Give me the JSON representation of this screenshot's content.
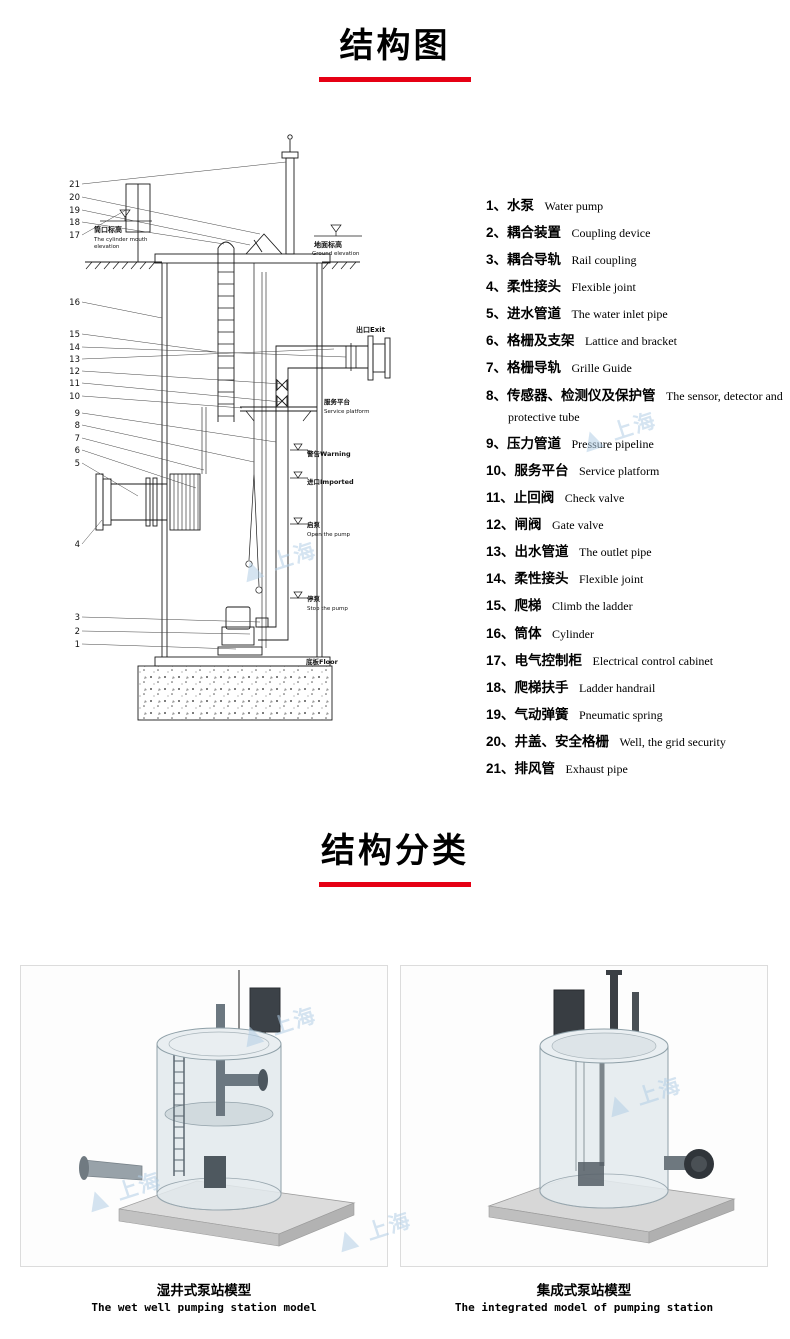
{
  "colors": {
    "accent": "#e60014"
  },
  "section1": {
    "title": "结构图"
  },
  "section2": {
    "title": "结构分类"
  },
  "legend": {
    "items": [
      {
        "zh": "1、水泵",
        "en": "Water pump"
      },
      {
        "zh": "2、耦合装置",
        "en": "Coupling device"
      },
      {
        "zh": "3、耦合导轨",
        "en": "Rail coupling"
      },
      {
        "zh": "4、柔性接头",
        "en": "Flexible joint"
      },
      {
        "zh": "5、进水管道",
        "en": "The water inlet pipe"
      },
      {
        "zh": "6、格栅及支架",
        "en": "Lattice and bracket"
      },
      {
        "zh": "7、格栅导轨",
        "en": "Grille Guide"
      },
      {
        "zh": "8、传感器、检测仪及保护管",
        "en": "The sensor, detector and protective tube"
      },
      {
        "zh": "9、压力管道",
        "en": "Pressure pipeline"
      },
      {
        "zh": "10、服务平台",
        "en": "Service platform"
      },
      {
        "zh": "11、止回阀",
        "en": "Check valve"
      },
      {
        "zh": "12、闸阀",
        "en": "Gate valve"
      },
      {
        "zh": "13、出水管道",
        "en": "The outlet pipe"
      },
      {
        "zh": "14、柔性接头",
        "en": "Flexible joint"
      },
      {
        "zh": "15、爬梯",
        "en": "Climb the ladder"
      },
      {
        "zh": "16、筒体",
        "en": "Cylinder"
      },
      {
        "zh": "17、电气控制柜",
        "en": "Electrical control cabinet"
      },
      {
        "zh": "18、爬梯扶手",
        "en": "Ladder handrail"
      },
      {
        "zh": "19、气动弹簧",
        "en": "Pneumatic spring"
      },
      {
        "zh": "20、井盖、安全格栅",
        "en": "Well, the grid security"
      },
      {
        "zh": "21、排风管",
        "en": "Exhaust pipe"
      }
    ]
  },
  "diagram": {
    "callouts": [
      "1",
      "2",
      "3",
      "4",
      "5",
      "6",
      "7",
      "8",
      "9",
      "10",
      "11",
      "12",
      "13",
      "14",
      "15",
      "16",
      "17",
      "18",
      "19",
      "20",
      "21"
    ],
    "ann": {
      "mouth_zh": "筒口标高",
      "mouth_en1": "The cylinder mouth",
      "mouth_en2": "elevation",
      "ground_zh": "地面标高",
      "ground_en": "Ground elevation",
      "exit": "出口Exit",
      "platform_zh": "服务平台",
      "platform_en": "Service platform",
      "warning": "警告Warning",
      "imported": "进口Imported",
      "start_zh": "启泵",
      "start_en": "Open the pump",
      "stop_zh": "停泵",
      "stop_en": "Stop the pump",
      "floor": "底板Floor"
    }
  },
  "models": {
    "left": {
      "zh": "湿井式泵站模型",
      "en": "The wet well pumping station model"
    },
    "right": {
      "zh": "集成式泵站模型",
      "en": "The integrated model of pumping station"
    }
  },
  "watermark": {
    "symbol": "▲",
    "text": "上海"
  }
}
